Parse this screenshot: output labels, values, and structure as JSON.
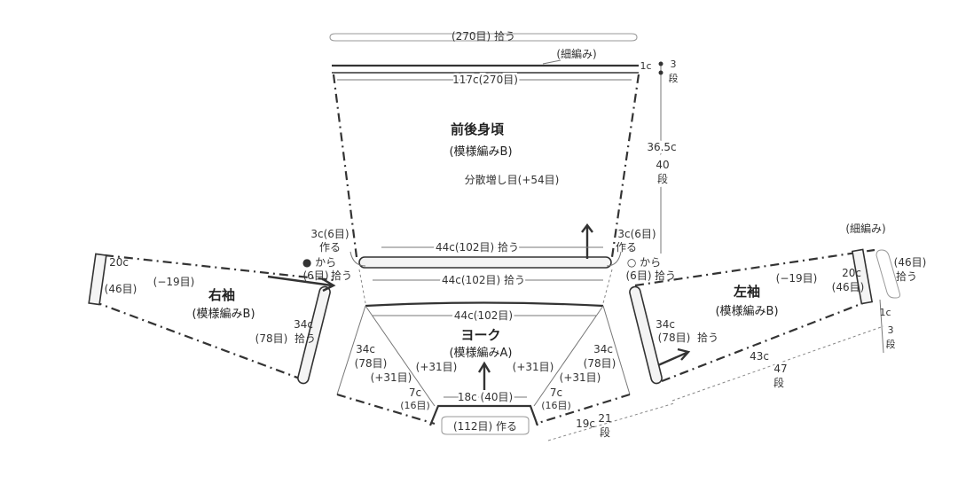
{
  "body": {
    "title": "前後身頃",
    "pattern": "(模様編みB)",
    "increase": "分散増し目(+54目)",
    "pickup_top": "(270目) 拾う",
    "edging": "(細編み)",
    "width_top": "117c(270目)",
    "height": "36.5c",
    "rows": "40",
    "rows_unit": "段",
    "edge_height": "1c",
    "edge_rows": "3",
    "edge_rows_unit": "段",
    "bottom_pickup": "44c(102目) 拾う"
  },
  "yoke": {
    "title": "ヨーク",
    "pattern": "(模様編みA)",
    "top_pickup": "44c(102目) 拾う",
    "top_width": "44c(102目)",
    "side_left_cm": "34c",
    "side_left_st": "(78目)",
    "side_right_cm": "34c",
    "side_right_st": "(78目)",
    "inc_outer_left": "(+31目)",
    "inc_inner_left": "(+31目)",
    "inc_inner_right": "(+31目)",
    "inc_outer_right": "(+31目)",
    "corner_left_cm": "7c",
    "corner_left_st": "(16目)",
    "corner_right_cm": "7c",
    "corner_right_st": "(16目)",
    "bottom_cm": "18c (40目)",
    "bottom_start": "(112目) 作る",
    "height_cm": "19c",
    "height_rows": "21",
    "height_unit": "段"
  },
  "underarm": {
    "left_cm": "3c(6目)",
    "left_make": "作る",
    "right_cm": "3c(6目)",
    "right_make": "作る"
  },
  "right_sleeve": {
    "title": "右袖",
    "pattern": "(模様編みB)",
    "from_label": "● から",
    "from_st": "(6目)",
    "pickup": "拾う",
    "dec": "(−19目)",
    "cuff_cm": "20c",
    "cuff_st": "(46目)",
    "side_cm": "34c",
    "side_st": "(78目)",
    "side_pickup": "拾う"
  },
  "left_sleeve": {
    "title": "左袖",
    "pattern": "(模様編みB)",
    "from_label": "○ から",
    "from_st": "(6目)",
    "pickup": "拾う",
    "dec": "(−19目)",
    "cuff_cm": "20c",
    "cuff_st": "(46目)",
    "cuff_edging": "(細編み)",
    "cuff_pickup_st": "(46目)",
    "cuff_pickup": "拾う",
    "side_cm": "34c",
    "side_st": "(78目)",
    "side_pickup": "拾う",
    "edge_cm": "1c",
    "edge_rows": "3",
    "edge_unit": "段",
    "length_cm": "43c",
    "length_rows": "47",
    "length_unit": "段"
  },
  "colors": {
    "line": "#333333",
    "text": "#333333",
    "rib_fill": "#f4f4f4"
  }
}
